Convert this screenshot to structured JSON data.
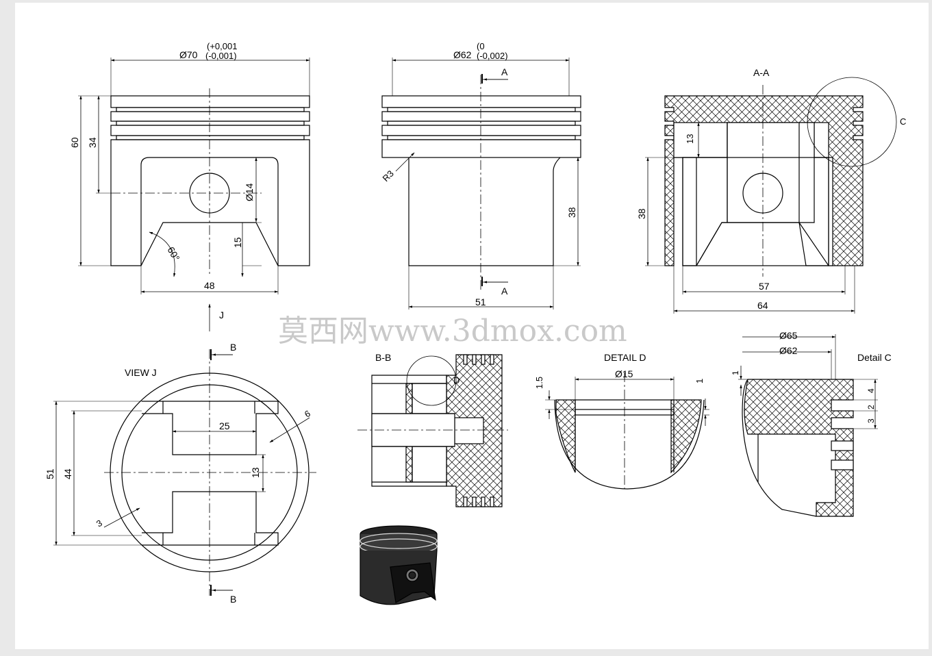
{
  "watermark": "莫西网www.3dmox.com",
  "views": {
    "front": {
      "dia_main": "Ø70",
      "tol_plus": "(+0,001",
      "tol_minus": "(-0,001)",
      "h60": "60",
      "h34": "34",
      "pin_dia": "Ø14",
      "angle": "60°",
      "h15": "15",
      "w48": "48",
      "view_arrow": "J"
    },
    "side": {
      "dia_main": "Ø62",
      "tol_plus": "(0",
      "tol_minus": "(-0,002)",
      "radius": "R3",
      "h38": "38",
      "w51": "51",
      "sec_a_top": "A",
      "sec_a_bottom": "A"
    },
    "section_aa": {
      "title": "A-A",
      "h13": "13",
      "h38": "38",
      "w57": "57",
      "w64": "64",
      "detail_c_tag": "C"
    },
    "view_j": {
      "title": "VIEW J",
      "d51": "51",
      "d44": "44",
      "d25": "25",
      "d13": "13",
      "d6": "6",
      "d3": "3",
      "sec_b_top": "B",
      "sec_b_bottom": "B"
    },
    "section_bb": {
      "title": "B-B",
      "detail_d_tag": "D"
    },
    "detail_d": {
      "title": "DETAIL D",
      "d15": "Ø15",
      "h15": "1.5",
      "h1": "1"
    },
    "detail_c": {
      "title": "Detail C",
      "d65": "Ø65",
      "d62": "Ø62",
      "h1": "1",
      "h4": "4",
      "h2": "2",
      "h3": "3"
    }
  },
  "colors": {
    "line": "#000000",
    "hatch": "#000000",
    "sheet": "#ffffff",
    "frame": "#e9e9e9"
  }
}
